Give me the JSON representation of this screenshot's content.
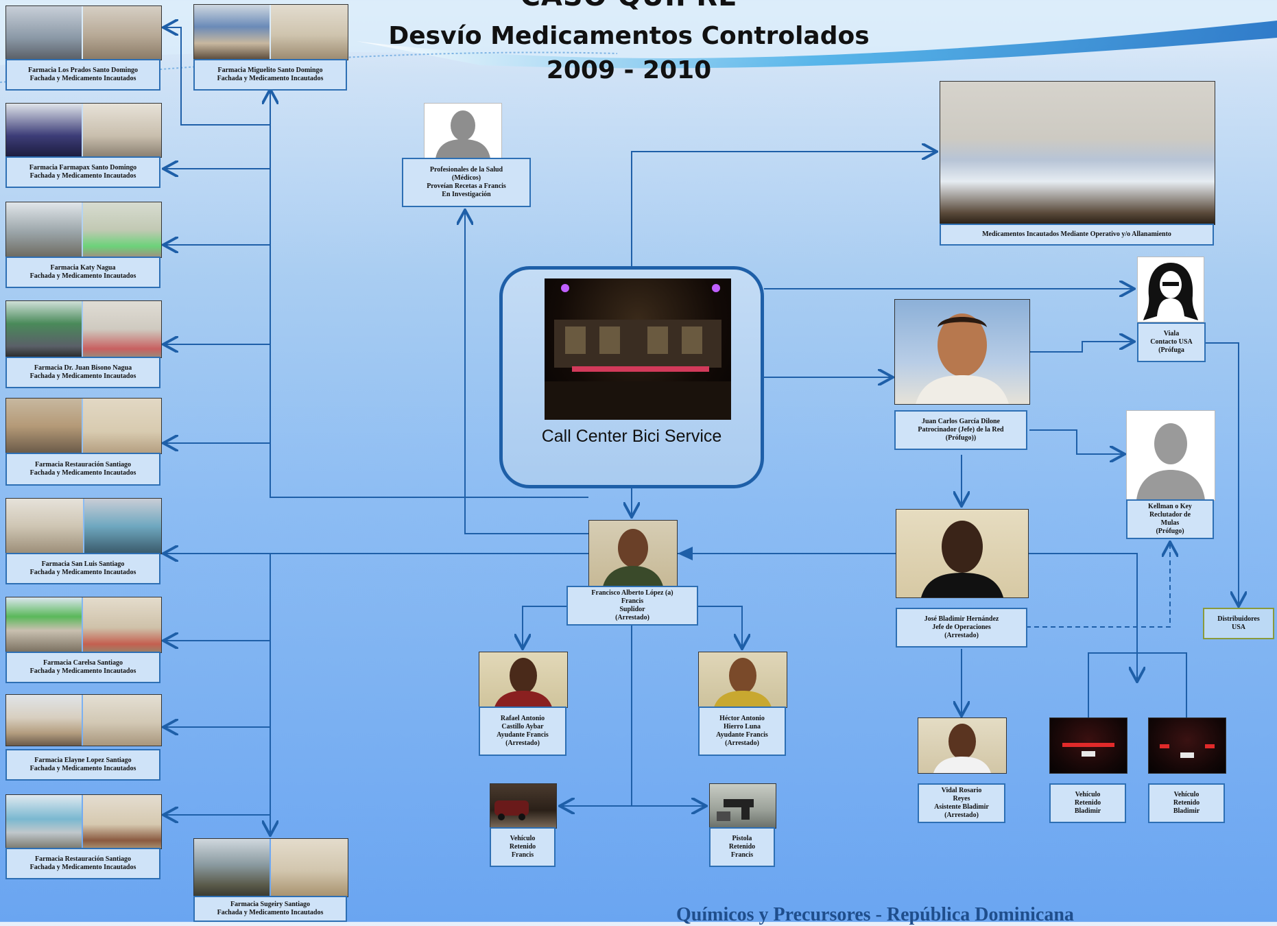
{
  "header": {
    "title_top": "CASO QUIPRE",
    "title_main": "Desvío Medicamentos Controlados",
    "title_years": "2009 - 2010"
  },
  "footer": "Químicos y Precursores - República Dominicana",
  "call_center": {
    "label": "Call Center Bici Service"
  },
  "pharmacies": [
    {
      "line1": "Farmacia Los Prados Santo Domingo",
      "line2": "Fachada y Medicamento Incautados"
    },
    {
      "line1": "Farmacia Farmapax Santo Domingo",
      "line2": "Fachada y Medicamento Incautados"
    },
    {
      "line1": "Farmacia Katy Nagua",
      "line2": "Fachada y Medicamento Incautados"
    },
    {
      "line1": "Farmacia Dr. Juan Bisono Nagua",
      "line2": "Fachada y Medicamento Incautados"
    },
    {
      "line1": "Farmacia Restauración Santiago",
      "line2": "Fachada y Medicamento Incautados"
    },
    {
      "line1": "Farmacia San Luis Santiago",
      "line2": "Fachada y Medicamento Incautados"
    },
    {
      "line1": "Farmacia Carelsa Santiago",
      "line2": "Fachada y Medicamento Incautados"
    },
    {
      "line1": "Farmacia Elayne Lopez Santiago",
      "line2": "Fachada y Medicamento Incautados"
    },
    {
      "line1": "Farmacia Restauración Santiago",
      "line2": "Fachada y Medicamento Incautados"
    }
  ],
  "pharmacy_miguelito": {
    "line1": "Farmacia Miguelito Santo Domingo",
    "line2": "Fachada y Medicamento Incautados"
  },
  "pharmacy_sugeiry": {
    "line1": "Farmacia Sugeiry Santiago",
    "line2": "Fachada y Medicamento Incautados"
  },
  "profesionales": {
    "l1": "Profesionales de la Salud",
    "l2": "(Médicos)",
    "l3": "Proveían Recetas a Francis",
    "l4": "En Investigación"
  },
  "medicamentos": {
    "label": "Medicamentos Incautados Mediante Operativo y/o Allanamiento"
  },
  "viala": {
    "l1": "Viala",
    "l2": "Contacto USA",
    "l3": "(Prófuga"
  },
  "juan_carlos": {
    "l1": "Juan Carlos García Dilone",
    "l2": "Patrocinador (Jefe) de la Red",
    "l3": "(Prófugo))"
  },
  "kellman": {
    "l1": "Kellman o Key",
    "l2": "Reclutador de",
    "l3": "Mulas",
    "l4": "(Prófugo)"
  },
  "distribuidores": {
    "l1": "Distribuidores",
    "l2": "USA"
  },
  "francisco": {
    "l1": "Francisco Alberto López (a)",
    "l2": "Francis",
    "l3": "Suplidor",
    "l4": "(Arrestado)"
  },
  "jose": {
    "l1": "José Bladimir Hernández",
    "l2": "Jefe de Operaciones",
    "l3": "(Arrestado)"
  },
  "rafael": {
    "l1": "Rafael Antonio",
    "l2": "Castillo Aybar",
    "l3": "Ayudante Francis",
    "l4": "(Arrestado)"
  },
  "hector": {
    "l1": "Héctor Antonio",
    "l2": "Hierro Luna",
    "l3": "Ayudante Francis",
    "l4": "(Arrestado)"
  },
  "vehiculo_francis": {
    "l1": "Vehículo",
    "l2": "Retenido",
    "l3": "Francis"
  },
  "pistola": {
    "l1": "Pistola",
    "l2": "Retenido",
    "l3": "Francis"
  },
  "vidal": {
    "l1": "Vidal Rosario",
    "l2": "Reyes",
    "l3": "Asistente Bladimir",
    "l4": "(Arrestado)"
  },
  "vehiculo_b1": {
    "l1": "Vehículo",
    "l2": "Retenido",
    "l3": "Bladimir"
  },
  "vehiculo_b2": {
    "l1": "Vehículo",
    "l2": "Retenido",
    "l3": "Bladimir"
  },
  "colors": {
    "line": "#1e5fa8",
    "caption_bg": "#cfe3f8",
    "border": "#2d6fb4"
  }
}
